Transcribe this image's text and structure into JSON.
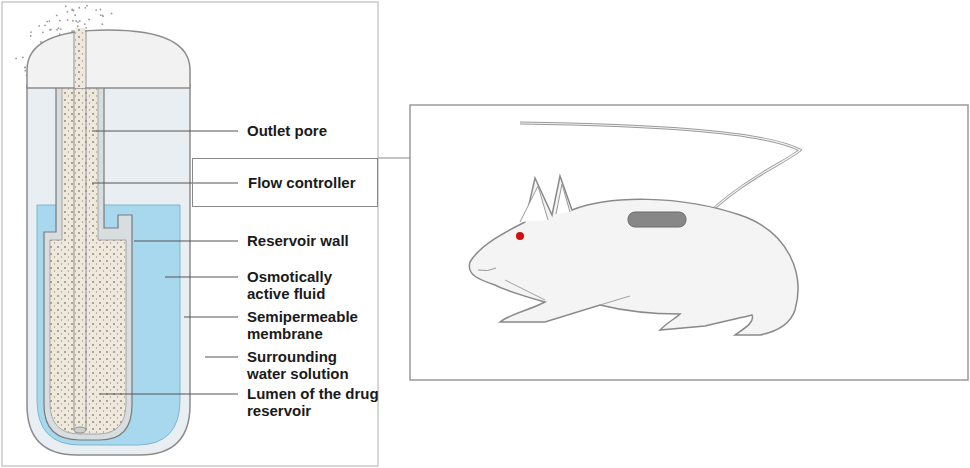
{
  "diagram": {
    "nodes": [
      {
        "text": [
          "Flow controller"
        ]
      }
    ],
    "labels": [
      "Outlet pore",
      "Reservoir wall",
      "Osmotically active fluid",
      "Semipermeable membrane",
      "Surrounding water solution",
      "Lumen of the drug reservoir"
    ]
  }
}
